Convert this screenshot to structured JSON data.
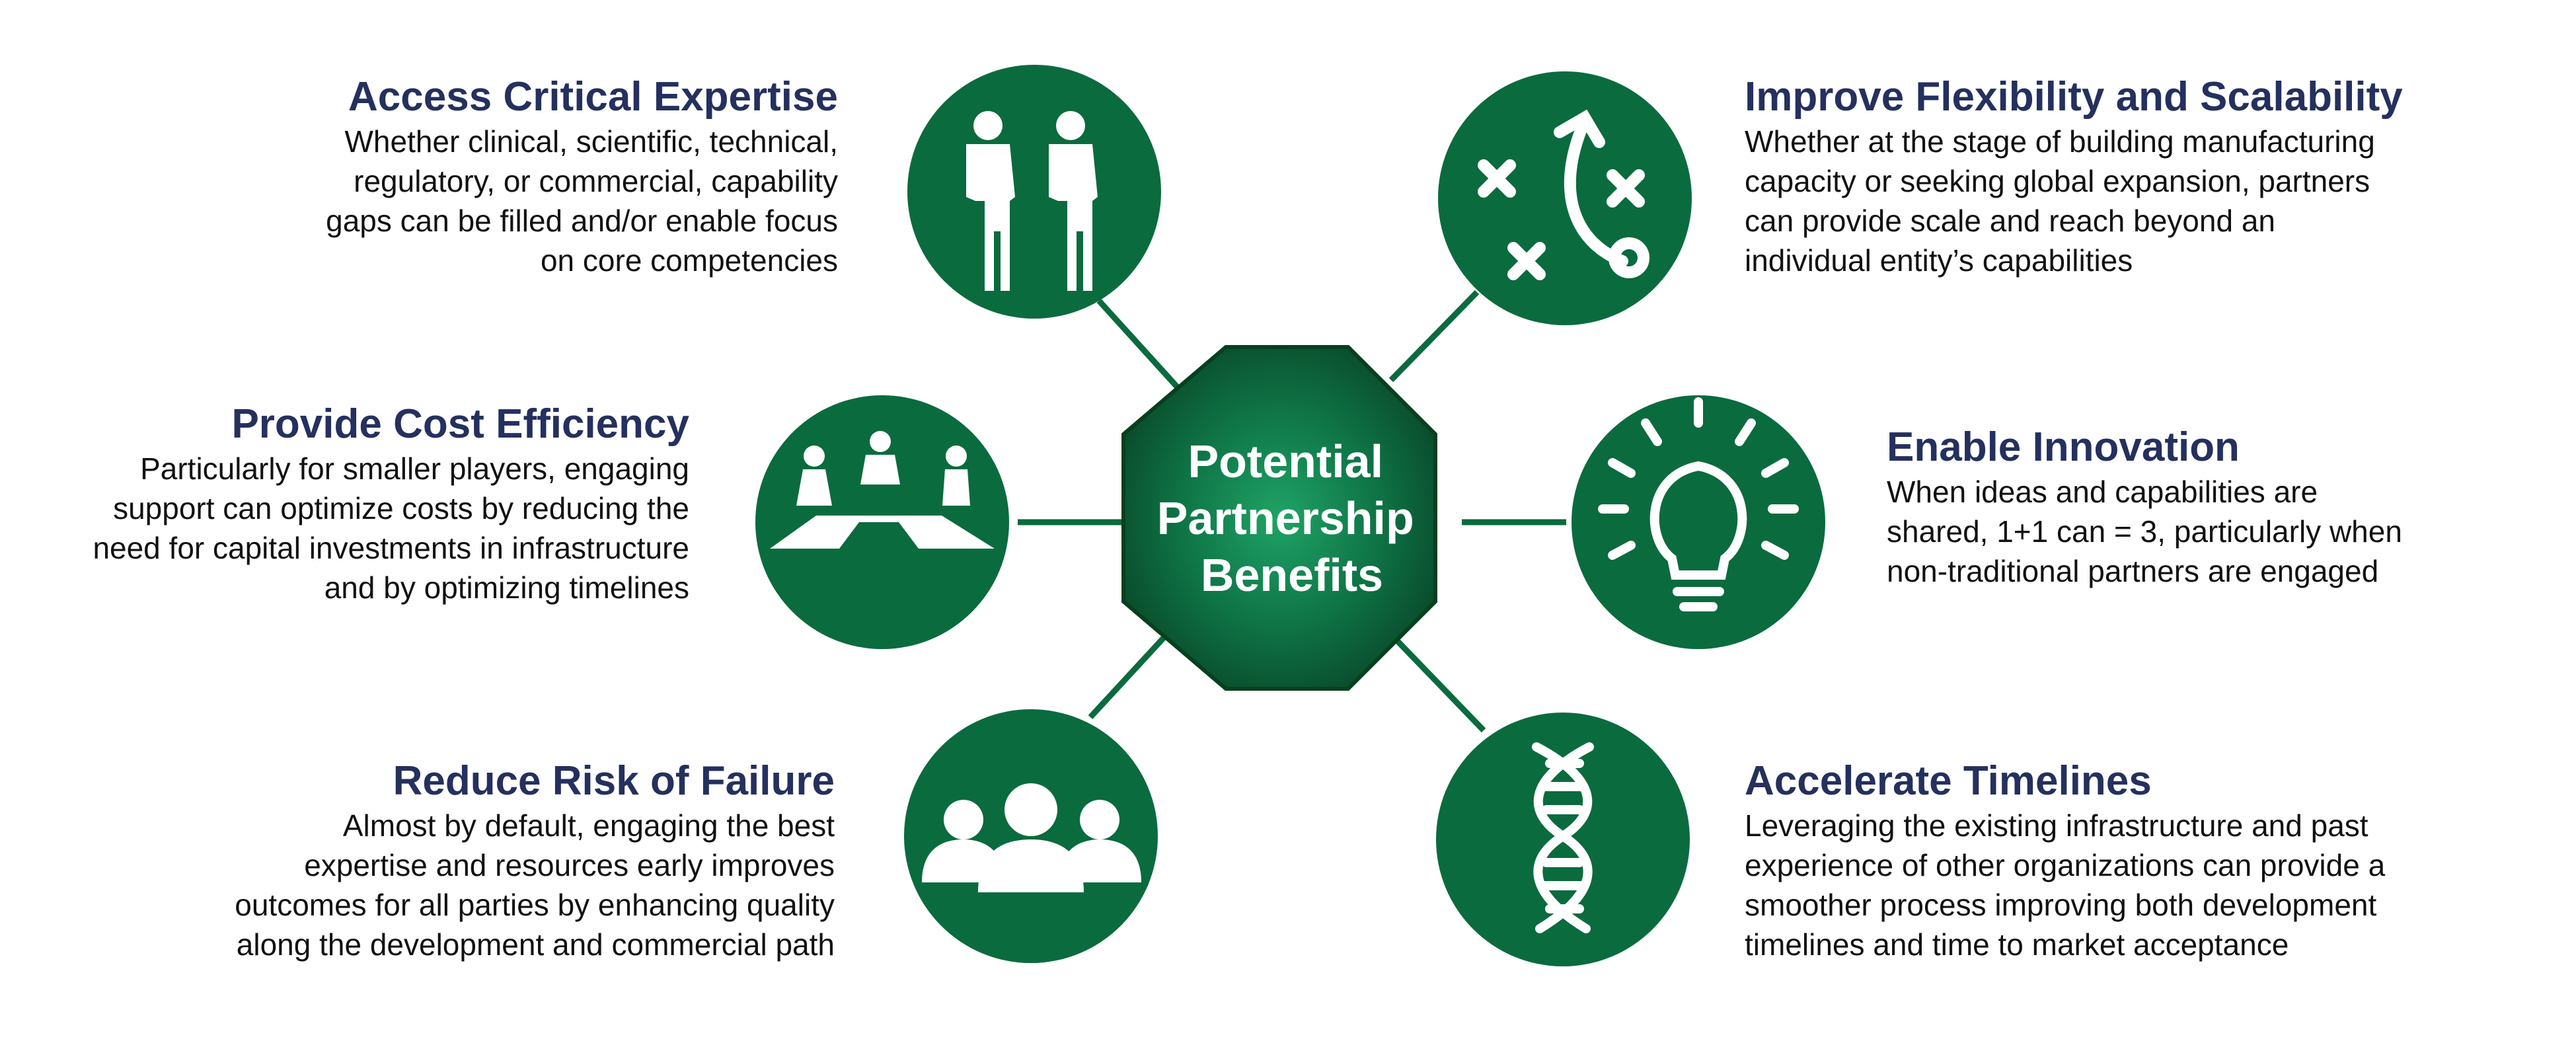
{
  "center": {
    "lines": [
      "Potential",
      "Partnership",
      "Benefits"
    ]
  },
  "benefits": [
    {
      "title": "Access Critical Expertise",
      "lines": [
        "Whether clinical, scientific, technical,",
        "regulatory, or commercial, capability",
        "gaps can be filled and/or enable focus",
        "on core competencies"
      ],
      "icon": "doctors-icon"
    },
    {
      "title": "Improve Flexibility and Scalability",
      "lines": [
        "Whether at the stage of building manufacturing",
        "capacity or seeking global expansion, partners",
        "can provide scale and reach beyond an",
        "individual entity’s capabilities"
      ],
      "icon": "strategy-play-icon"
    },
    {
      "title": "Provide Cost Efficiency",
      "lines": [
        "Particularly for smaller players, engaging",
        "support can optimize costs by reducing the",
        "need for capital investments in infrastructure",
        "and by optimizing timelines"
      ],
      "icon": "meeting-table-icon"
    },
    {
      "title": "Enable Innovation",
      "lines": [
        "When ideas and capabilities are",
        "shared, 1+1 can = 3, particularly when",
        "non-traditional partners are engaged"
      ],
      "icon": "lightbulb-icon"
    },
    {
      "title": "Reduce Risk of Failure",
      "lines": [
        "Almost by default, engaging the best",
        "expertise and resources early improves",
        "outcomes for all parties by enhancing quality",
        "along the development and commercial path"
      ],
      "icon": "group-people-icon"
    },
    {
      "title": "Accelerate Timelines",
      "lines": [
        "Leveraging the existing infrastructure and past",
        "experience of other organizations can provide a",
        "smoother process improving both development",
        "timelines and time to market acceptance"
      ],
      "icon": "dna-helix-icon"
    }
  ],
  "colors": {
    "circle": "#0a6b3e",
    "title": "#24305e",
    "octagon_center": "#1fa366",
    "octagon_edge": "#0a4d2c",
    "connector": "#0a6b3e"
  }
}
